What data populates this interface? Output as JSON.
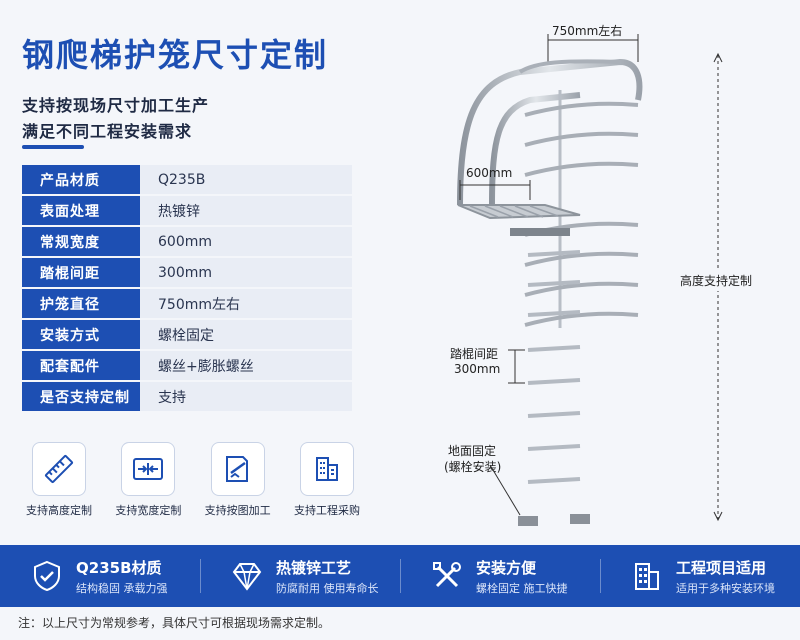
{
  "header": {
    "title": "钢爬梯护笼尺寸定制",
    "subtitle_1": "支持按现场尺寸加工生产",
    "subtitle_2": "满足不同工程安装需求"
  },
  "specs": [
    {
      "key": "产品材质",
      "value": "Q235B"
    },
    {
      "key": "表面处理",
      "value": "热镀锌"
    },
    {
      "key": "常规宽度",
      "value": "600mm"
    },
    {
      "key": "踏棍间距",
      "value": "300mm"
    },
    {
      "key": "护笼直径",
      "value": "750mm左右"
    },
    {
      "key": "安装方式",
      "value": "螺栓固定"
    },
    {
      "key": "配套配件",
      "value": "螺丝+膨胀螺丝"
    },
    {
      "key": "是否支持定制",
      "value": "支持"
    }
  ],
  "features": [
    {
      "label": "支持高度定制",
      "icon": "ruler-icon"
    },
    {
      "label": "支持宽度定制",
      "icon": "width-arrows-icon"
    },
    {
      "label": "支持按图加工",
      "icon": "drawing-edit-icon"
    },
    {
      "label": "支持工程采购",
      "icon": "buildings-icon"
    }
  ],
  "diagram": {
    "cage_diameter": "750mm左右",
    "width": "600mm",
    "height_note": "高度支持定制",
    "rung_spacing_1": "踏棍间距",
    "rung_spacing_2": "300mm",
    "ground_fix_1": "地面固定",
    "ground_fix_2": "(螺栓安装)"
  },
  "band": [
    {
      "title": "Q235B材质",
      "desc": "结构稳固 承载力强",
      "icon": "shield-check-icon"
    },
    {
      "title": "热镀锌工艺",
      "desc": "防腐耐用 使用寿命长",
      "icon": "diamond-icon"
    },
    {
      "title": "安装方便",
      "desc": "螺栓固定 施工快捷",
      "icon": "tools-icon"
    },
    {
      "title": "工程项目适用",
      "desc": "适用于多种安装环境",
      "icon": "building-icon"
    }
  ],
  "note": "注：以上尺寸为常规参考，具体尺寸可根据现场需求定制。",
  "colors": {
    "brand_blue": "#1d4fb3",
    "band_blue": "#1d4fb3",
    "row_bg": "#e9edf5"
  }
}
